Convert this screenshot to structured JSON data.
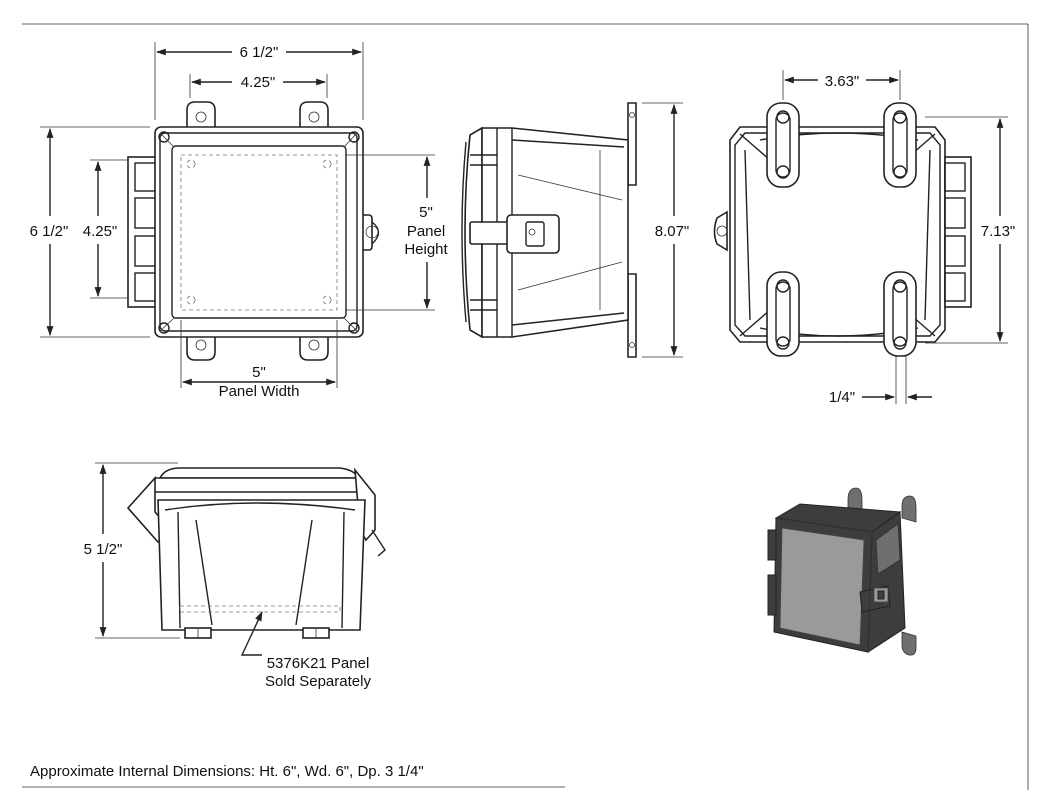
{
  "dimensions": {
    "front_overall_width": "6 1/2\"",
    "front_hole_spacing_width": "4.25\"",
    "front_overall_height": "6 1/2\"",
    "front_hole_spacing_height": "4.25\"",
    "panel_height_value": "5\"",
    "panel_height_label_1": "Panel",
    "panel_height_label_2": "Height",
    "panel_width_value": "5\"",
    "panel_width_label": "Panel Width",
    "side_height": "8.07\"",
    "rear_hole_spacing": "3.63\"",
    "rear_height": "7.13\"",
    "rear_slot_width": "1/4\"",
    "bottom_depth": "5 1/2\""
  },
  "callouts": {
    "panel_line_1": "5376K21 Panel",
    "panel_line_2": "Sold Separately"
  },
  "footer": {
    "internal_dimensions": "Approximate Internal Dimensions: Ht. 6\", Wd. 6\", Dp. 3 1/4\""
  }
}
